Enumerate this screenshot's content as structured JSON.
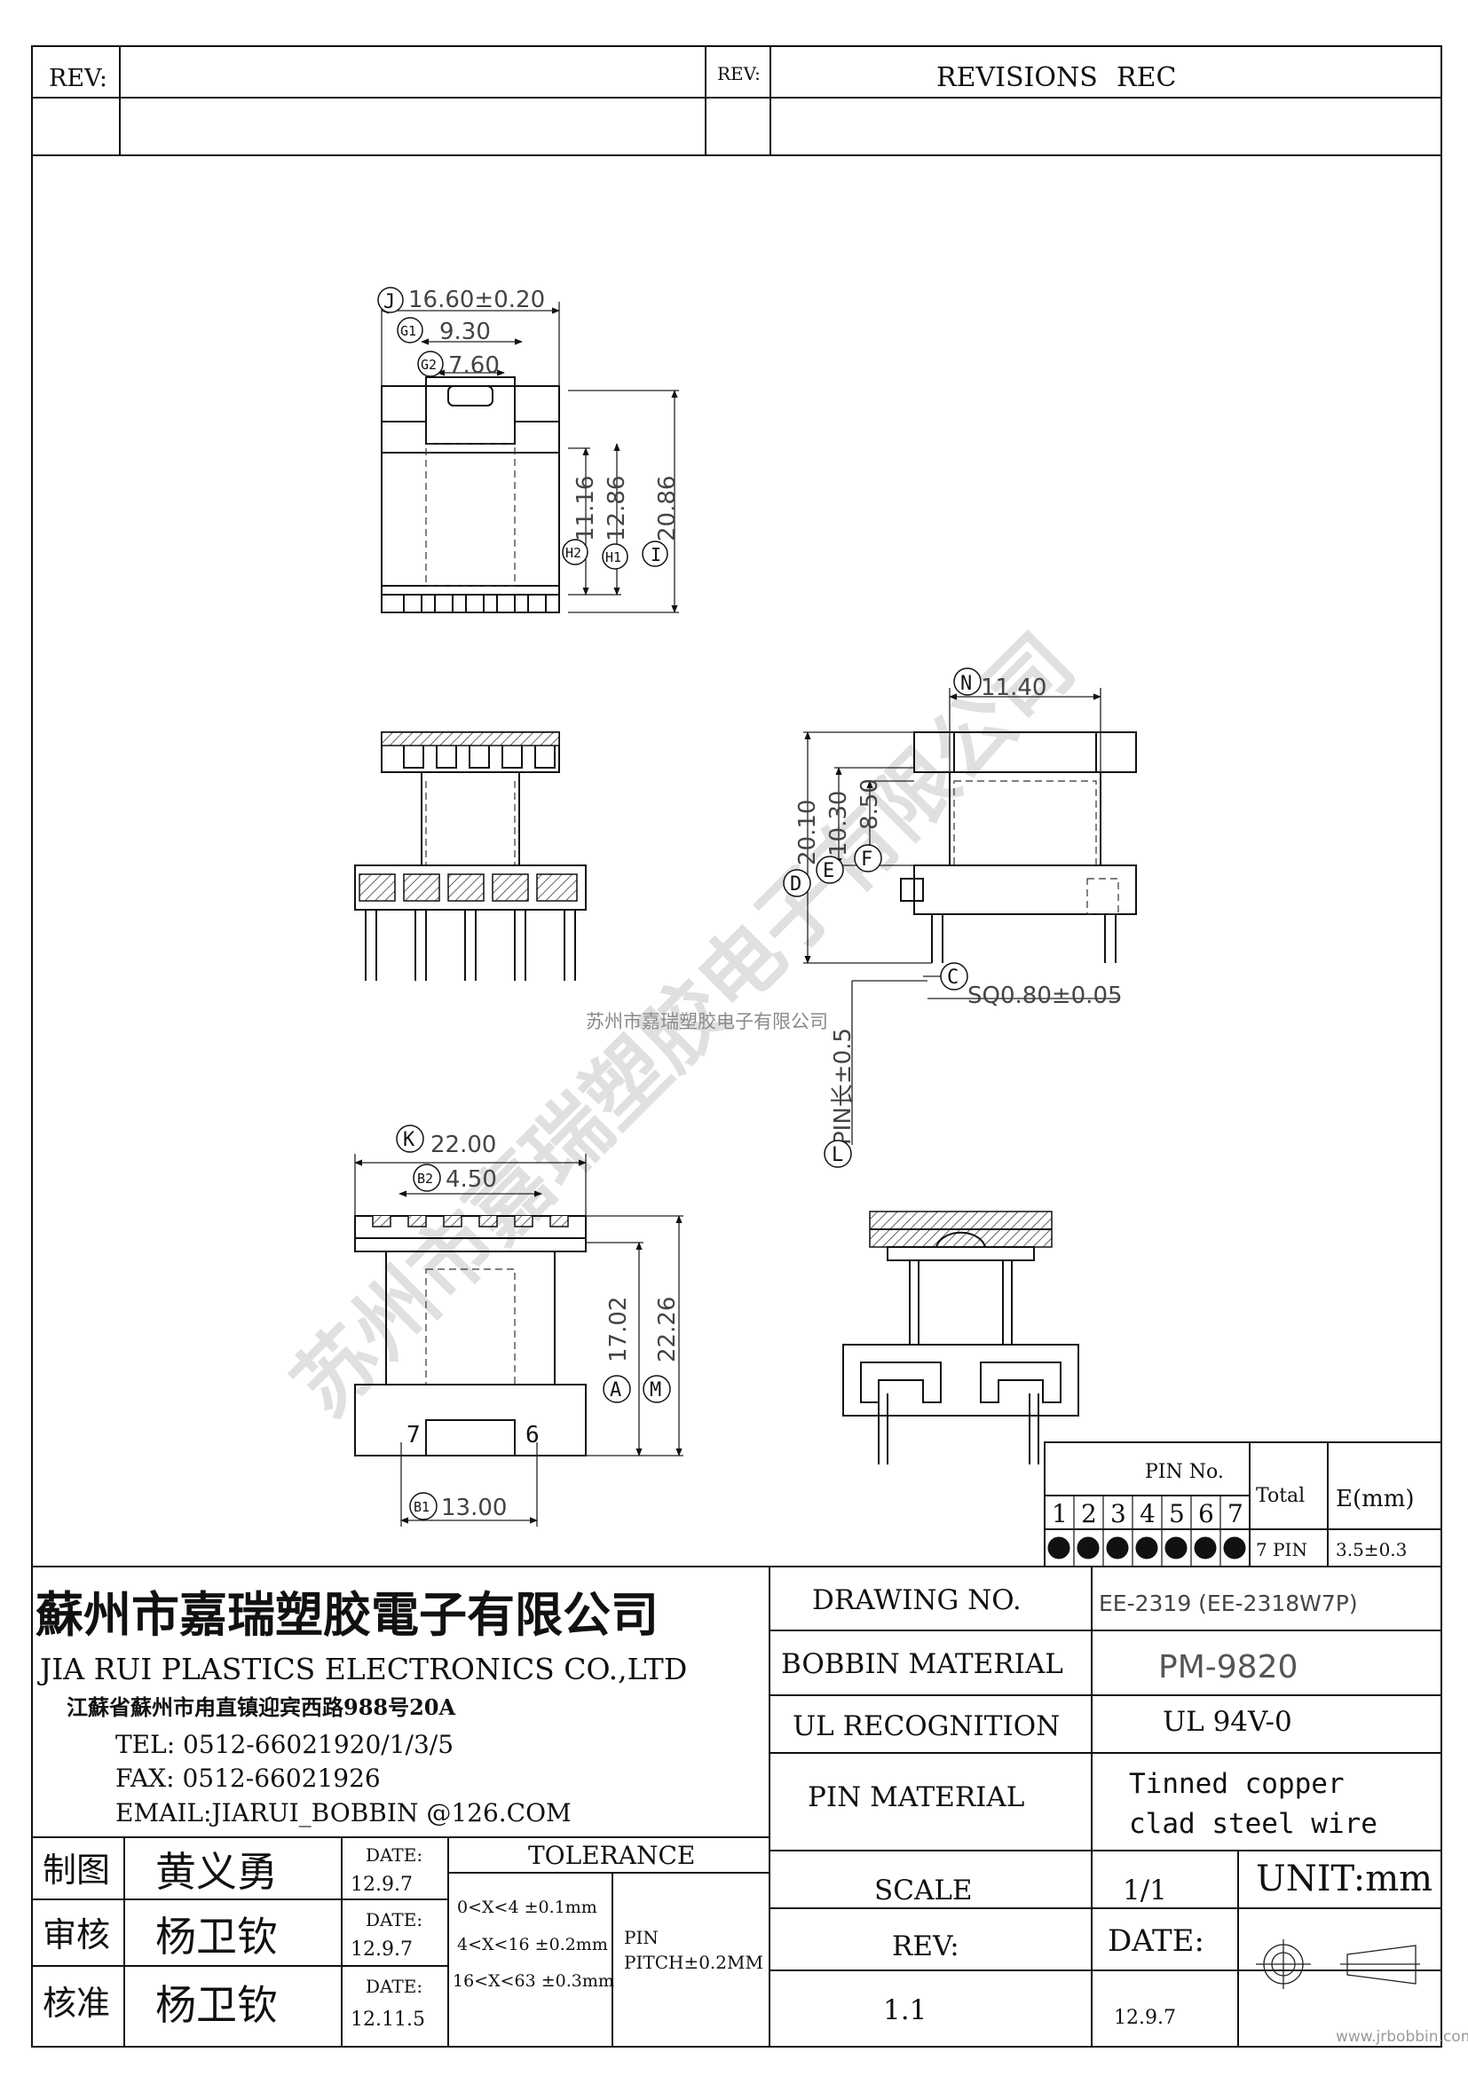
{
  "header": {
    "rev_label_left": "REV:",
    "rev_label_right": "REV:",
    "revisions_label": "REVISIONS",
    "rec_label": "REC"
  },
  "dimensions": {
    "J": "16.60±0.20",
    "G1": "9.30",
    "G2": "7.60",
    "H2": "11.16",
    "H1": "12.86",
    "I": "20.86",
    "N": "11.40",
    "D": "20.10",
    "E": "10.30",
    "F": "8.50",
    "C": "SQ0.80±0.05",
    "L": "PIN长±0.5",
    "K": "22.00",
    "B2": "4.50",
    "A": "17.02",
    "M": "22.26",
    "B1": "13.00"
  },
  "pin_labels": {
    "left": "7",
    "right": "6"
  },
  "watermark": {
    "company_center": "苏州市嘉瑞塑胶电子有限公司",
    "diagonal": "苏州市嘉瑞塑胶电子有限公司",
    "site": "www.jrbobbin.com"
  },
  "pin_table": {
    "header": "PIN No.",
    "total_header": "Total",
    "e_header": "E(mm)",
    "pins": [
      "1",
      "2",
      "3",
      "4",
      "5",
      "6",
      "7"
    ],
    "filled": [
      true,
      true,
      true,
      true,
      true,
      true,
      true
    ],
    "total": "7 PIN",
    "e_value": "3.5±0.3"
  },
  "company": {
    "name_cn": "蘇州市嘉瑞塑胶電子有限公司",
    "name_en": "JIA RUI PLASTICS ELECTRONICS CO.,LTD",
    "address": "江蘇省蘇州市甪直镇迎宾西路988号20A",
    "tel": "TEL: 0512-66021920/1/3/5",
    "fax": "FAX: 0512-66021926",
    "email": "EMAIL:JIARUI_BOBBIN @126.COM"
  },
  "specs": {
    "drawing_no_label": "DRAWING  NO.",
    "drawing_no_value": "EE-2319 (EE-2318W7P)",
    "bobbin_material_label": "BOBBIN  MATERIAL",
    "bobbin_material_value": "PM-9820",
    "ul_label": "UL RECOGNITION",
    "ul_value": "UL 94V-0",
    "pin_material_label": "PIN MATERIAL",
    "pin_material_value_1": "Tinned copper",
    "pin_material_value_2": "clad steel wire",
    "scale_label": "SCALE",
    "scale_value": "1/1",
    "unit": "UNIT:mm",
    "rev_label": "REV:",
    "rev_value": "1.1",
    "date_label": "DATE:",
    "date_value": "12.9.7"
  },
  "signoff": [
    {
      "role": "制图",
      "name": "黄义勇",
      "date_label": "DATE:",
      "date": "12.9.7"
    },
    {
      "role": "审核",
      "name": "杨卫钦",
      "date_label": "DATE:",
      "date": "12.9.7"
    },
    {
      "role": "核准",
      "name": "杨卫钦",
      "date_label": "DATE:",
      "date": "12.11.5"
    }
  ],
  "tolerance": {
    "title": "TOLERANCE",
    "rows": [
      "0<X<4  ±0.1mm",
      "4<X<16 ±0.2mm",
      "16<X<63 ±0.3mm"
    ],
    "pin_label": "PIN",
    "pin_pitch": "PITCH±0.2MM"
  }
}
